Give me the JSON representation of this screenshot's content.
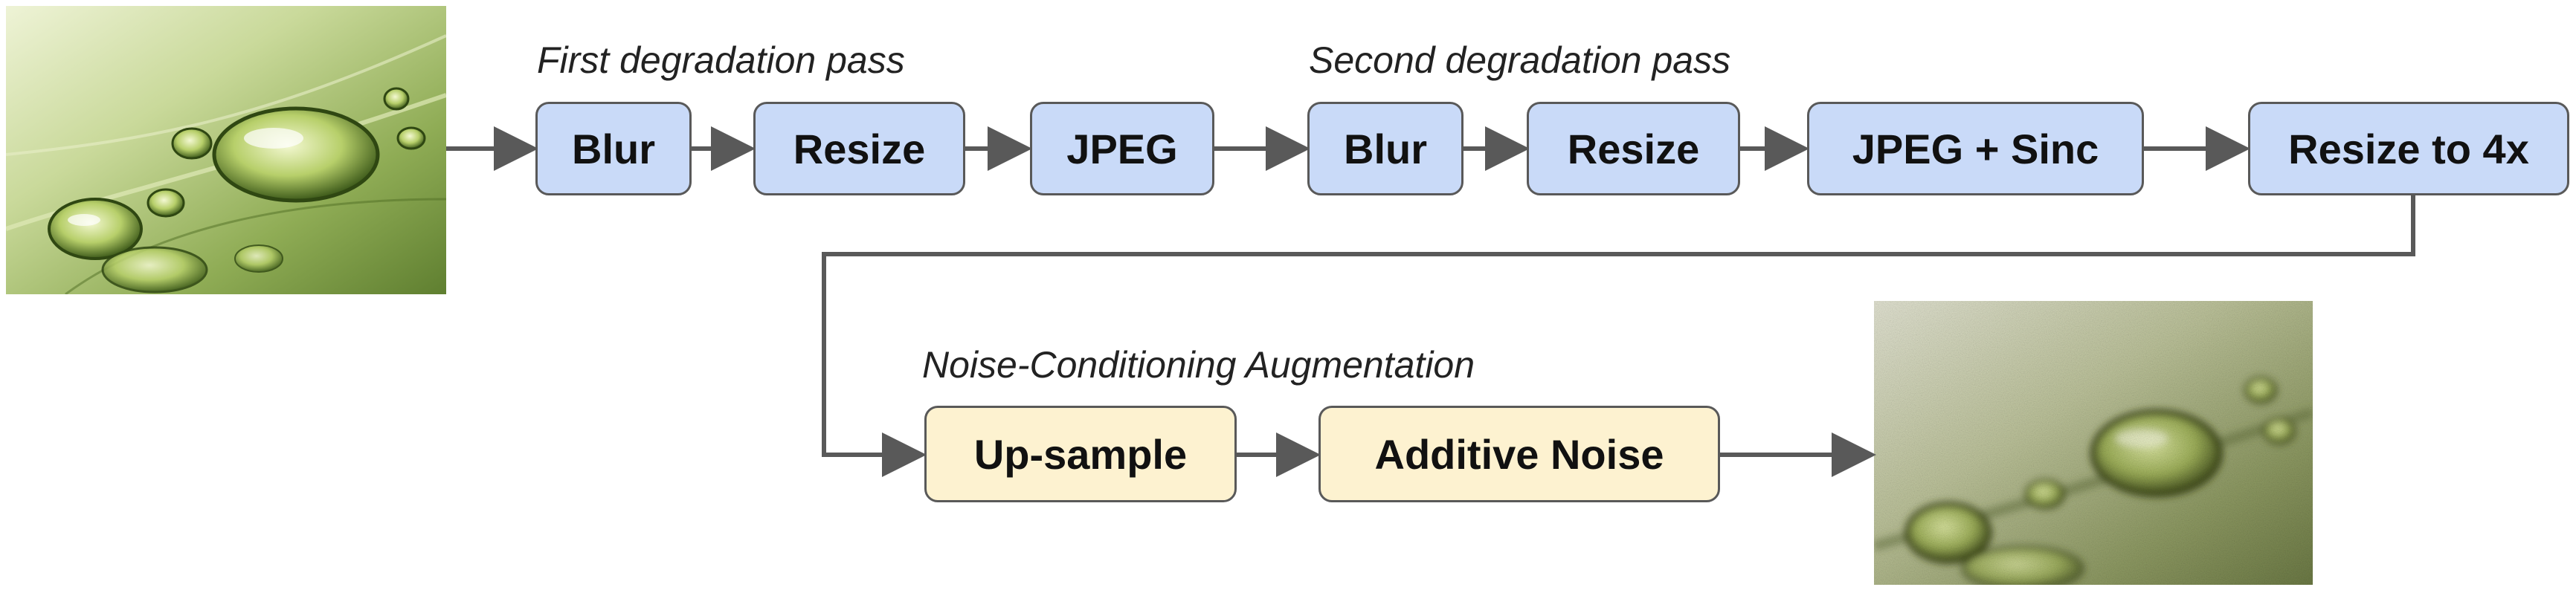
{
  "labels": {
    "first_pass": "First degradation pass",
    "second_pass": "Second degradation pass",
    "noise_aug": "Noise-Conditioning Augmentation"
  },
  "boxes": {
    "blur1": "Blur",
    "resize1": "Resize",
    "jpeg1": "JPEG",
    "blur2": "Blur",
    "resize2": "Resize",
    "jpeg_sinc": "JPEG + Sinc",
    "resize4x": "Resize to 4x",
    "upsample": "Up-sample",
    "additive_noise": "Additive Noise"
  },
  "colors": {
    "degradation_box": "#c9daf8",
    "augmentation_box": "#fdf2d0",
    "arrow": "#595959",
    "box_border": "#595959"
  }
}
